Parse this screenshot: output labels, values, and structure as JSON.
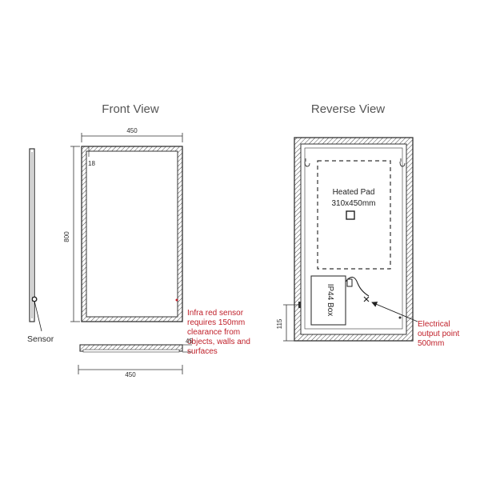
{
  "front_view": {
    "title": "Front View",
    "width_top": "450",
    "height": "800",
    "inset": "18",
    "depth": "45",
    "width_bottom": "450",
    "sensor_label": "Sensor",
    "note_lines": [
      "Infra red sensor",
      "requires 150mm",
      "clearance from",
      "objects, walls and",
      "surfaces"
    ]
  },
  "reverse_view": {
    "title": "Reverse View",
    "pad_label": "Heated Pad",
    "pad_size": "310x450mm",
    "box_label": "IP44 Box",
    "offset": "115",
    "note_lines": [
      "Electrical",
      "output point",
      "500mm"
    ]
  },
  "colors": {
    "line": "#333333",
    "note_red": "#c0202a",
    "title_gray": "#555555"
  },
  "icons": [
    "hatch-pattern",
    "sensor-dot-icon",
    "hook-icon",
    "plug-icon",
    "cross-marker-icon"
  ]
}
